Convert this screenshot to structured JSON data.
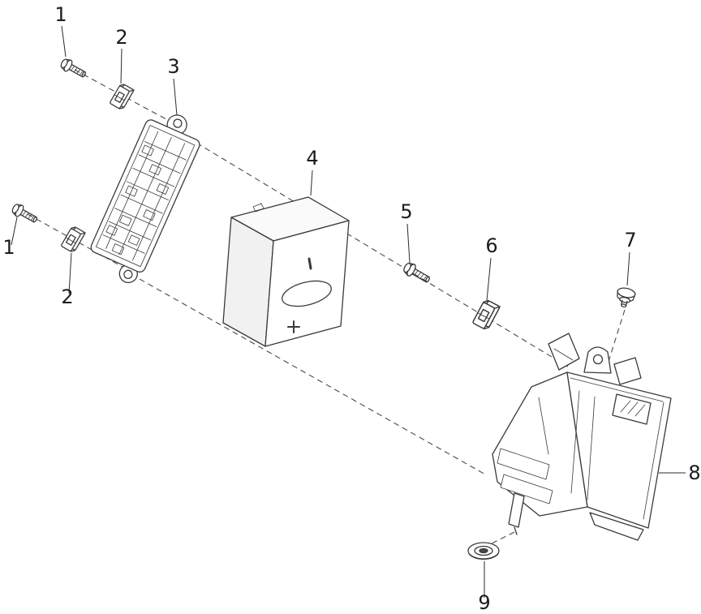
{
  "diagram": {
    "type": "exploded-parts-diagram",
    "background_color": "#ffffff",
    "line_color": "#3a3a3a",
    "callouts": {
      "screw_top": "1",
      "screw_left": "1",
      "clip_top": "2",
      "clip_left": "2",
      "bracket_plate": "3",
      "control_module": "4",
      "screw_right": "5",
      "clip_right": "6",
      "push_pin": "7",
      "mount_bracket": "8",
      "grommet": "9"
    }
  }
}
